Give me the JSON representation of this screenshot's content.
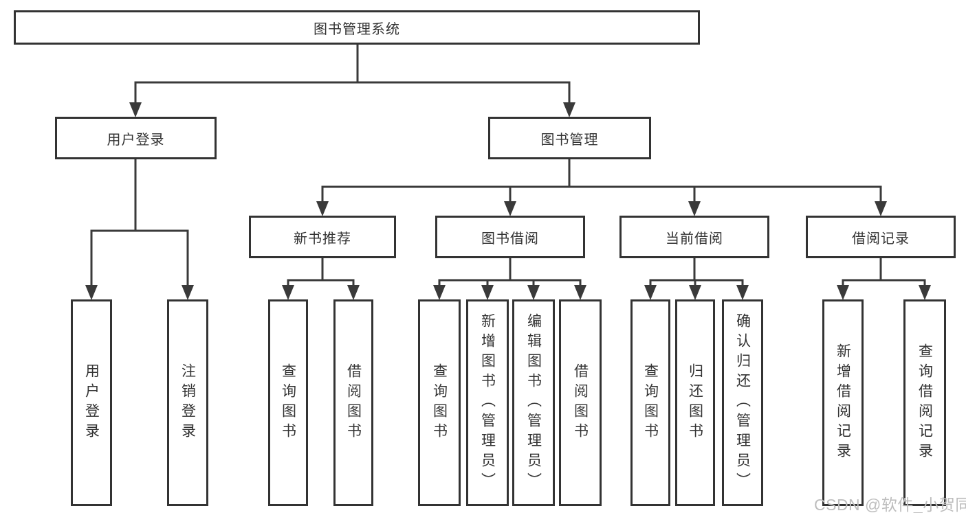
{
  "diagram": {
    "title_node": {
      "label": "图书管理系统"
    },
    "level2": [
      {
        "label": "用户登录"
      },
      {
        "label": "图书管理"
      }
    ],
    "level3": [
      {
        "label": "新书推荐"
      },
      {
        "label": "图书借阅"
      },
      {
        "label": "当前借阅"
      },
      {
        "label": "借阅记录"
      }
    ],
    "leaves": [
      {
        "parent": "用户登录",
        "label": "用户登录"
      },
      {
        "parent": "用户登录",
        "label": "注销登录"
      },
      {
        "parent": "新书推荐",
        "label": "查询图书"
      },
      {
        "parent": "新书推荐",
        "label": "借阅图书"
      },
      {
        "parent": "图书借阅",
        "label": "查询图书"
      },
      {
        "parent": "图书借阅",
        "label": "新增图书（管理员）"
      },
      {
        "parent": "图书借阅",
        "label": "编辑图书（管理员）"
      },
      {
        "parent": "图书借阅",
        "label": "借阅图书"
      },
      {
        "parent": "当前借阅",
        "label": "查询图书"
      },
      {
        "parent": "当前借阅",
        "label": "归还图书"
      },
      {
        "parent": "当前借阅",
        "label": "确认归还（管理员）"
      },
      {
        "parent": "借阅记录",
        "label": "新增借阅记录"
      },
      {
        "parent": "借阅记录",
        "label": "查询借阅记录"
      }
    ]
  },
  "watermark": {
    "text": "CSDN @软件_小贺同学"
  },
  "colors": {
    "line": "#3a3a3a",
    "box_border": "#333333",
    "text": "#333333",
    "watermark": "#bdbdbd",
    "background": "#ffffff"
  }
}
